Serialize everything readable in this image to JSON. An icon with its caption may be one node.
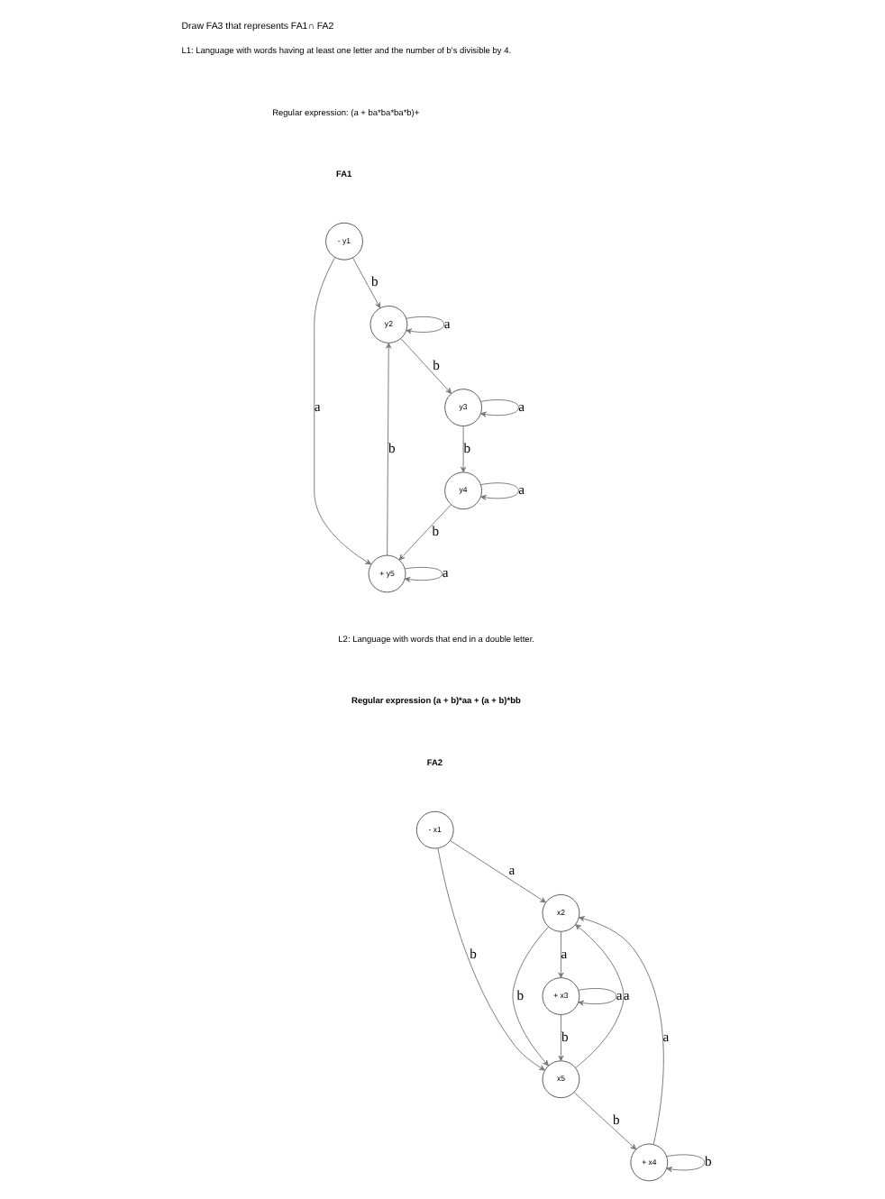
{
  "diagram": {
    "title": "Draw FA3 that represents FA1∩ FA2",
    "nodes": [
      {
        "text": [
          "- y1"
        ]
      },
      {
        "text": [
          "y2"
        ]
      },
      {
        "text": [
          "y3"
        ]
      },
      {
        "text": [
          "+ y5"
        ]
      },
      {
        "text": [
          "y4"
        ]
      },
      {
        "text": [
          "- x1"
        ]
      },
      {
        "text": [
          "x2"
        ]
      },
      {
        "text": [
          "+ x3"
        ]
      },
      {
        "text": [
          "x5"
        ]
      },
      {
        "text": [
          "+ x4"
        ]
      }
    ],
    "edges": [
      {
        "from": 0,
        "to": 1,
        "arrow": "to",
        "label": "b"
      },
      {
        "from": 0,
        "to": 3,
        "arrow": "to",
        "label": "a"
      },
      {
        "from": 1,
        "to": 1,
        "arrow": "to",
        "label": "a"
      },
      {
        "from": 3,
        "to": 1,
        "arrow": "to",
        "label": "b"
      },
      {
        "from": 1,
        "to": 2,
        "arrow": "to",
        "label": "b"
      },
      {
        "from": 2,
        "to": 2,
        "arrow": "to",
        "label": "a"
      },
      {
        "from": 2,
        "to": 4,
        "arrow": "to",
        "label": "b"
      },
      {
        "from": 4,
        "to": 3,
        "arrow": "to",
        "label": "b"
      },
      {
        "from": 4,
        "to": 4,
        "arrow": "to",
        "label": "a"
      },
      {
        "from": 3,
        "to": 3,
        "arrow": "to",
        "label": "a"
      },
      {
        "from": 9,
        "to": 6,
        "arrow": "to",
        "label": "a"
      },
      {
        "from": 6,
        "to": 7,
        "arrow": "to",
        "label": "a"
      },
      {
        "from": 5,
        "to": 6,
        "arrow": "to",
        "label": "a"
      },
      {
        "from": 7,
        "to": 7,
        "arrow": "to",
        "label": "a"
      },
      {
        "from": 8,
        "to": 6,
        "arrow": "to",
        "label": "a"
      },
      {
        "from": 6,
        "to": 8,
        "arrow": "to",
        "label": "b"
      },
      {
        "from": 7,
        "to": 8,
        "arrow": "to",
        "label": "b"
      },
      {
        "from": 5,
        "to": 8,
        "arrow": "to",
        "label": "b"
      },
      {
        "from": 8,
        "to": 9,
        "arrow": "to",
        "label": "b"
      },
      {
        "from": 9,
        "to": 9,
        "arrow": "to",
        "label": "b"
      }
    ],
    "labels": [
      "L1: Language with words having at least one letter and the number of b's divisible by 4.",
      "Regular expression: (a + ba*ba*ba*b)+",
      "FA1",
      "L2: Language with words that end in a double letter.",
      "Regular expression (a + b)*aa + (a + b)*bb",
      "FA2"
    ]
  }
}
